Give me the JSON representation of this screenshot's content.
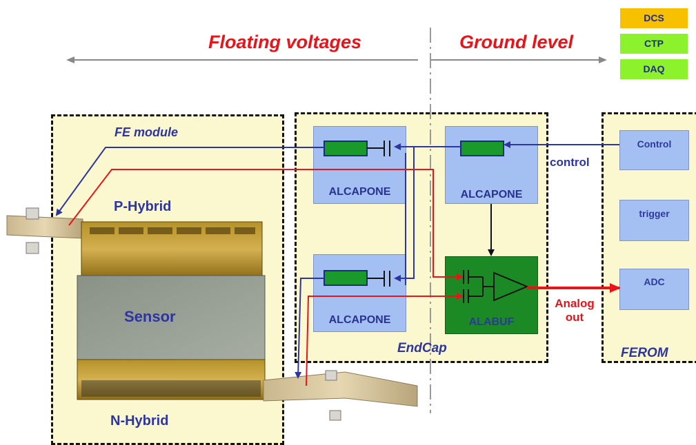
{
  "header": {
    "floating_voltages": "Floating voltages",
    "ground_level": "Ground level"
  },
  "tags": [
    {
      "label": "DCS",
      "color": "#f7c000"
    },
    {
      "label": "CTP",
      "color": "#8cf22c"
    },
    {
      "label": "DAQ",
      "color": "#8cf22c"
    }
  ],
  "fe_module": {
    "label": "FE module",
    "p_hybrid": "P-Hybrid",
    "sensor": "Sensor",
    "n_hybrid": "N-Hybrid"
  },
  "endcap": {
    "label": "EndCap",
    "alcapone_top_left": "ALCAPONE",
    "alcapone_top_right": "ALCAPONE",
    "alcapone_bottom": "ALCAPONE",
    "alabuf": "ALABUF"
  },
  "ferom": {
    "label": "FEROM",
    "control": "Control",
    "trigger": "trigger",
    "adc": "ADC"
  },
  "signals": {
    "control": "control",
    "analog_out_line1": "Analog",
    "analog_out_line2": "out"
  },
  "colors": {
    "zone_fill": "#fbf8cf",
    "block_fill": "#a4bff2",
    "component_green": "#1a9a2a",
    "alabuf_green": "#1b8a24",
    "signal_blue": "#2d35a0",
    "signal_red": "#e8141a"
  }
}
